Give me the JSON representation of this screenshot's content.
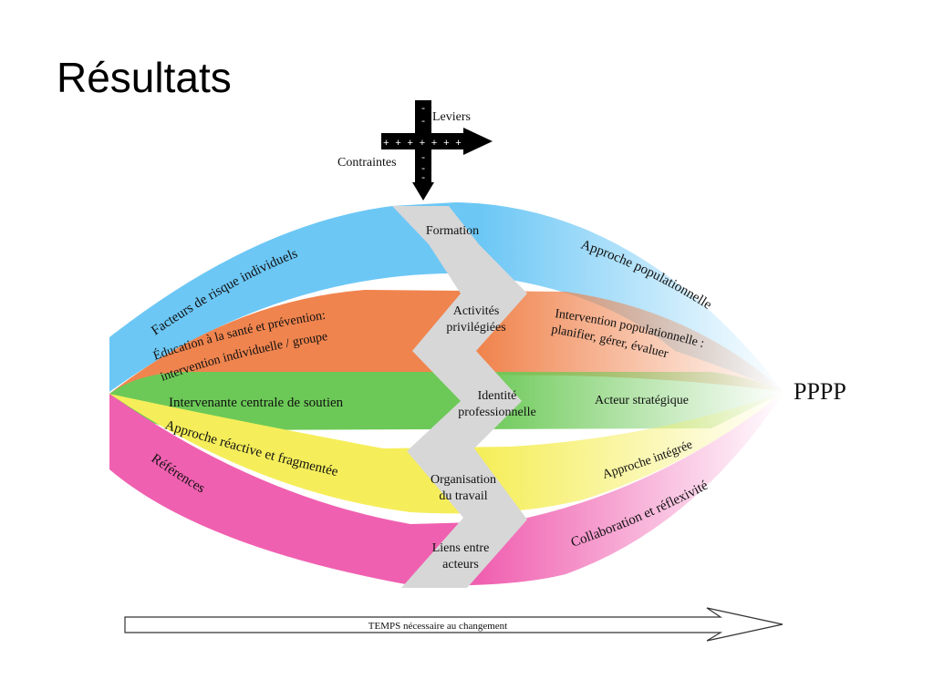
{
  "slide": {
    "title": "Résultats"
  },
  "axes": {
    "levers_label": "Leviers",
    "constraints_label": "Contraintes",
    "vertical_marks": [
      "-",
      "-",
      "-",
      "-",
      "-"
    ],
    "horizontal_marks": "+ + + + + + +"
  },
  "center_column": {
    "items": [
      {
        "lines": [
          "Formation"
        ]
      },
      {
        "lines": [
          "Activités",
          "privilégiées"
        ]
      },
      {
        "lines": [
          "Identité",
          "professionnelle"
        ]
      },
      {
        "lines": [
          "Organisation",
          "du travail"
        ]
      },
      {
        "lines": [
          "Liens entre",
          "acteurs"
        ]
      }
    ]
  },
  "bands": [
    {
      "color": "#6cc7f5",
      "left_lines": [
        "Facteurs de risque individuels"
      ],
      "right_lines": [
        "Approche populationnelle"
      ]
    },
    {
      "color": "#f0844e",
      "left_lines": [
        "Éducation à la santé et prévention:",
        "intervention individuelle / groupe"
      ],
      "right_lines": [
        "Intervention populationnelle :",
        "planifier, gérer, évaluer"
      ]
    },
    {
      "color": "#6cc957",
      "left_lines": [
        "Intervenante centrale de soutien"
      ],
      "right_lines": [
        "Acteur stratégique"
      ]
    },
    {
      "color": "#f5ee5a",
      "left_lines": [
        "Approche réactive et fragmentée"
      ],
      "right_lines": [
        "Approche intégrée"
      ]
    },
    {
      "color": "#f060b0",
      "left_lines": [
        "Références"
      ],
      "right_lines": [
        "Collaboration et réflexivité"
      ]
    }
  ],
  "goal_label": "PPPP",
  "time_arrow": {
    "label": "TEMPS nécessaire au changement"
  }
}
